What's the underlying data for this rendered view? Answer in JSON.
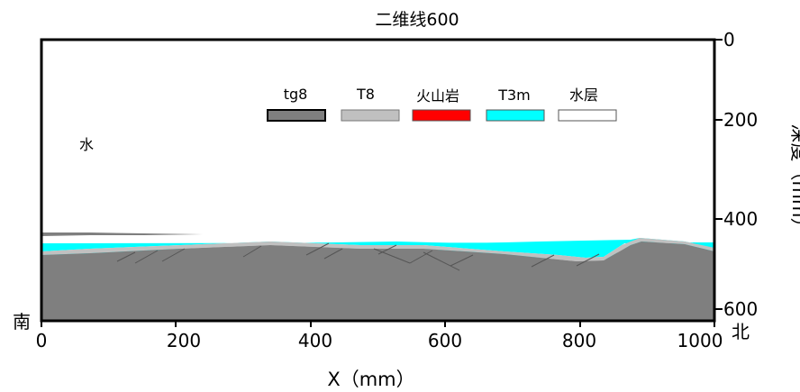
{
  "title": "二维线600",
  "x_axis": {
    "label": "X（mm）",
    "ticks": [
      "0",
      "200",
      "400",
      "600",
      "800",
      "1000"
    ]
  },
  "y_axis": {
    "label": "深度（mm）",
    "ticks": [
      "0",
      "200",
      "400",
      "600"
    ]
  },
  "direction_labels": {
    "south": "南",
    "north": "北"
  },
  "region_label": "水",
  "legend": [
    {
      "label": "tg8",
      "color": "#7f7f7f"
    },
    {
      "label": "T8",
      "color": "#c0c0c0"
    },
    {
      "label": "火山岩",
      "color": "#ff0000"
    },
    {
      "label": "T3m",
      "color": "#00ffff"
    },
    {
      "label": "水层",
      "color": "#ffffff"
    }
  ]
}
